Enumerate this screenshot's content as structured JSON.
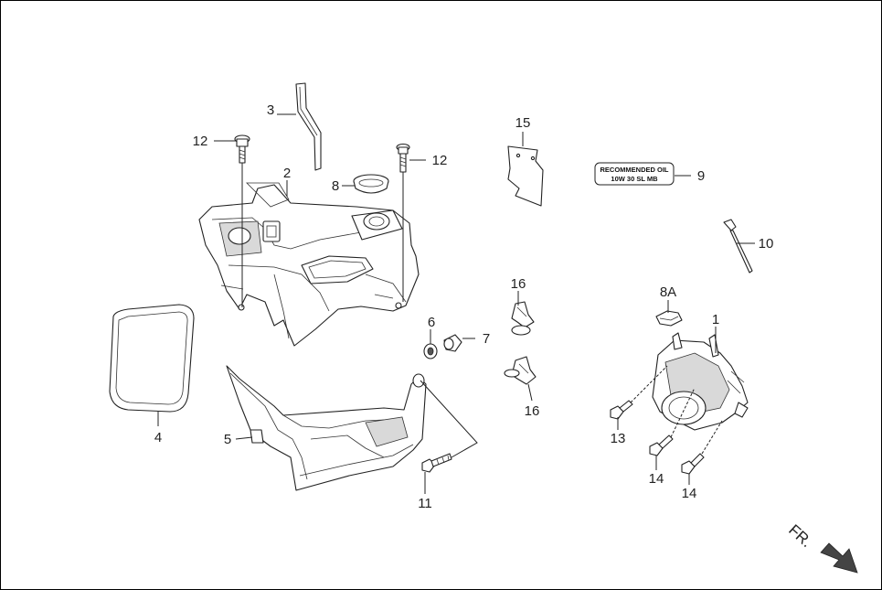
{
  "callouts": {
    "c1": "1",
    "c2": "2",
    "c3": "3",
    "c4": "4",
    "c5": "5",
    "c6": "6",
    "c7": "7",
    "c8": "8",
    "c8a": "8A",
    "c9": "9",
    "c10": "10",
    "c11": "11",
    "c12a": "12",
    "c12b": "12",
    "c13": "13",
    "c14a": "14",
    "c14b": "14",
    "c15": "15",
    "c16a": "16",
    "c16b": "16"
  },
  "oil_label": {
    "line1": "RECOMMENDED OIL",
    "line2": "10W 30 SL MB"
  },
  "direction": {
    "label": "FR.",
    "icon": "arrow-down-right-icon"
  }
}
